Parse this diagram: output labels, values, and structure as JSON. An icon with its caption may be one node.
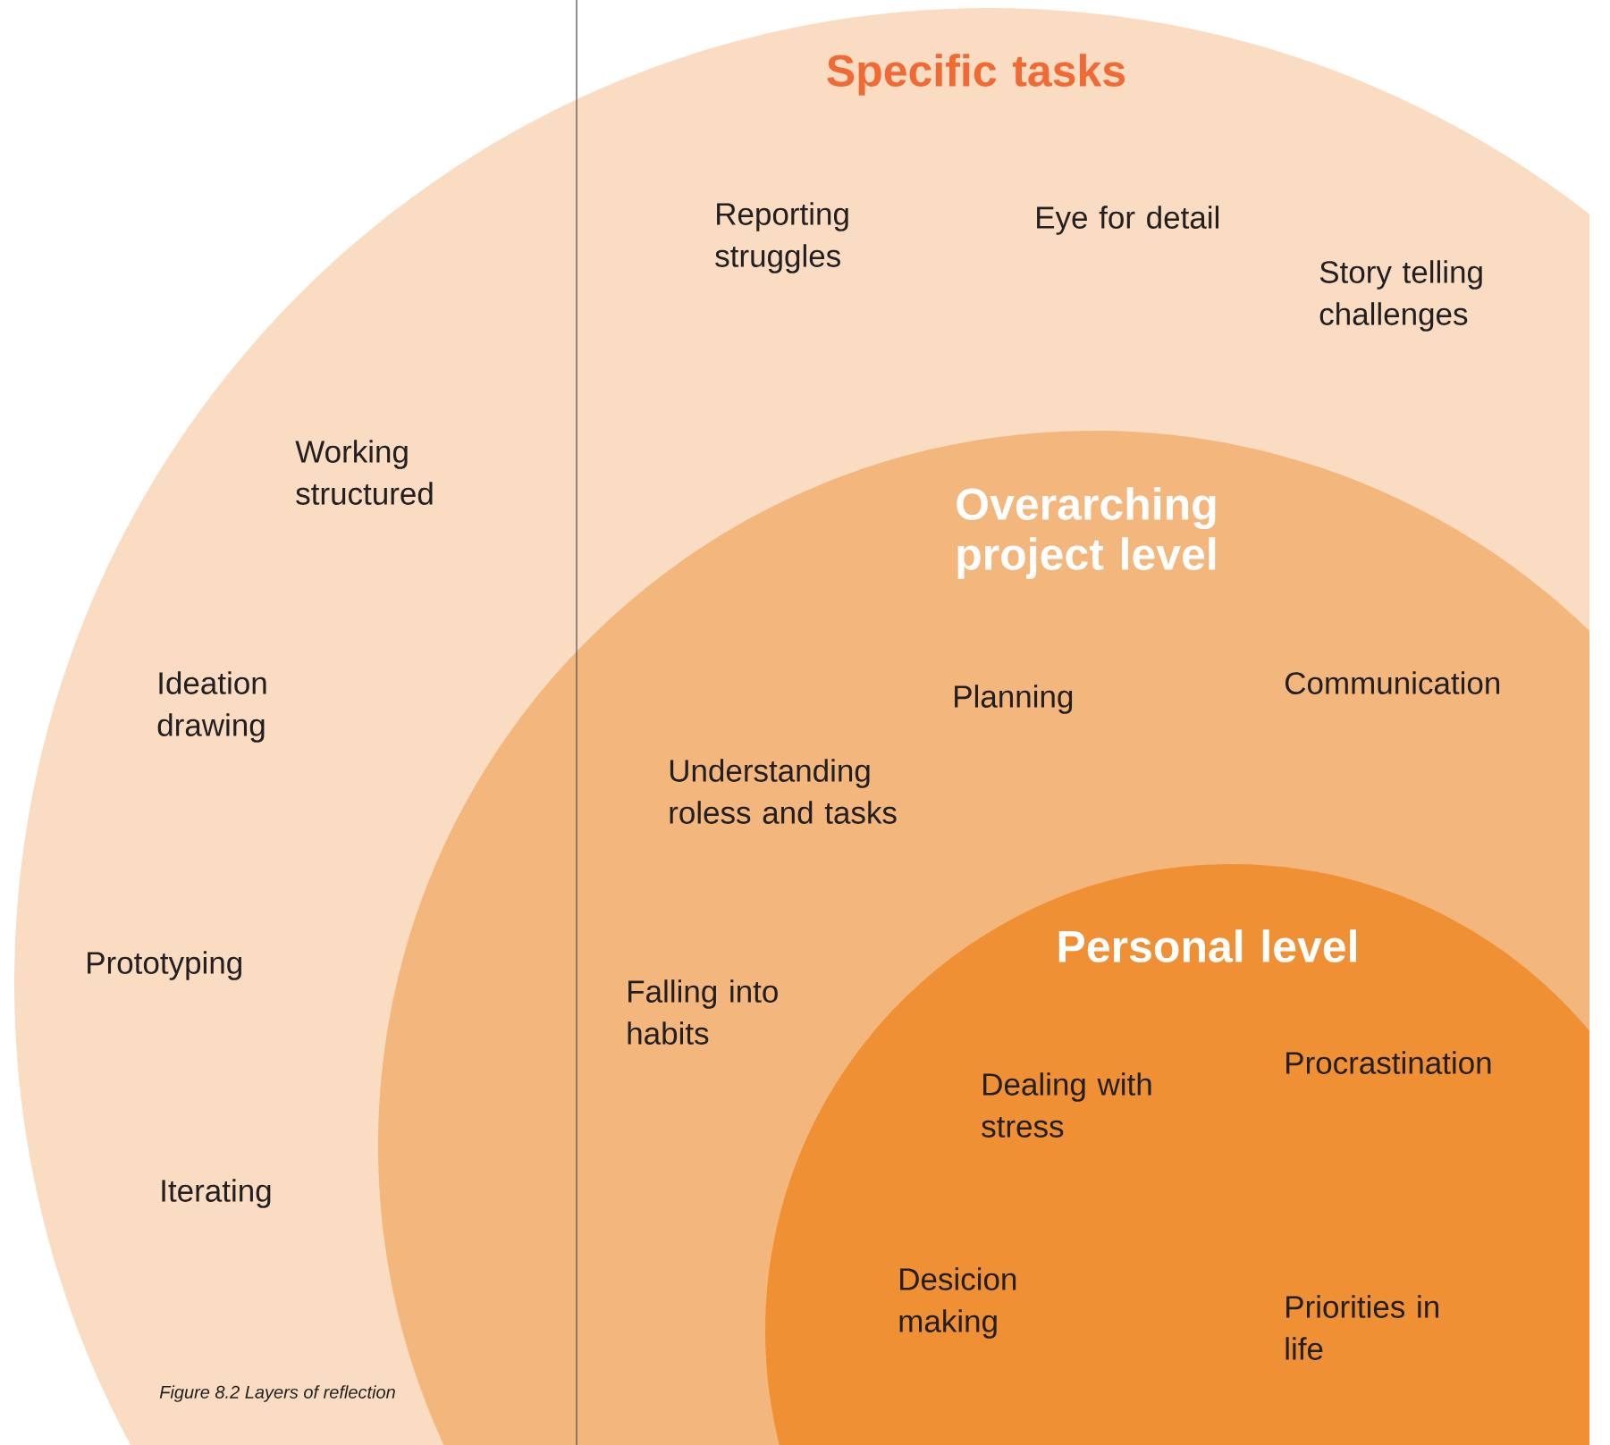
{
  "diagram": {
    "caption": "Figure 8.2 Layers of reflection",
    "nodes": [
      {
        "text": [
          "Specific tasks",
          "Reporting struggles",
          "Eye for detail",
          "Story telling challenges",
          "Working structured",
          "Ideation drawing",
          "Prototyping",
          "Iterating"
        ]
      },
      {
        "text": [
          "Overarching project level",
          "Planning",
          "Communication",
          "Understanding roless and tasks",
          "Falling into habits"
        ],
        "in": 0
      },
      {
        "text": [
          "Personal level",
          "Dealing with stress",
          "Procrastination",
          "Desicion making",
          "Priorities in life"
        ],
        "in": 1
      }
    ]
  }
}
